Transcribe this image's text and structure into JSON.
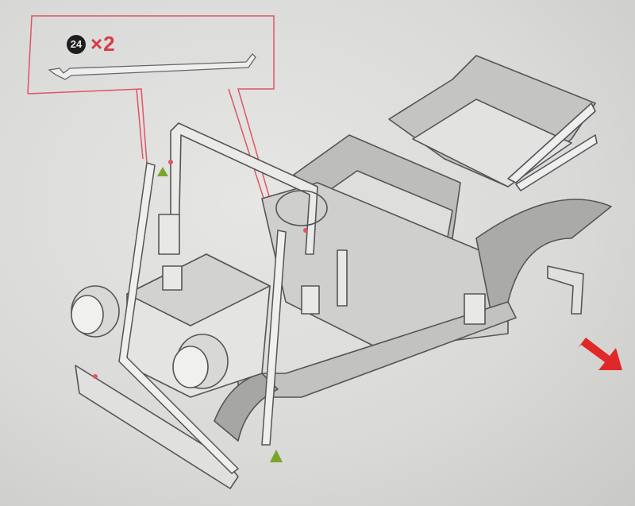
{
  "callout": {
    "part_number": "24",
    "quantity": "×2",
    "part_name": "rod"
  },
  "colors": {
    "callout_line": "#e05464",
    "marker": "#7aa52a",
    "arrow": "#e02828",
    "outline": "#555555",
    "shade": "#b5b5b3"
  }
}
